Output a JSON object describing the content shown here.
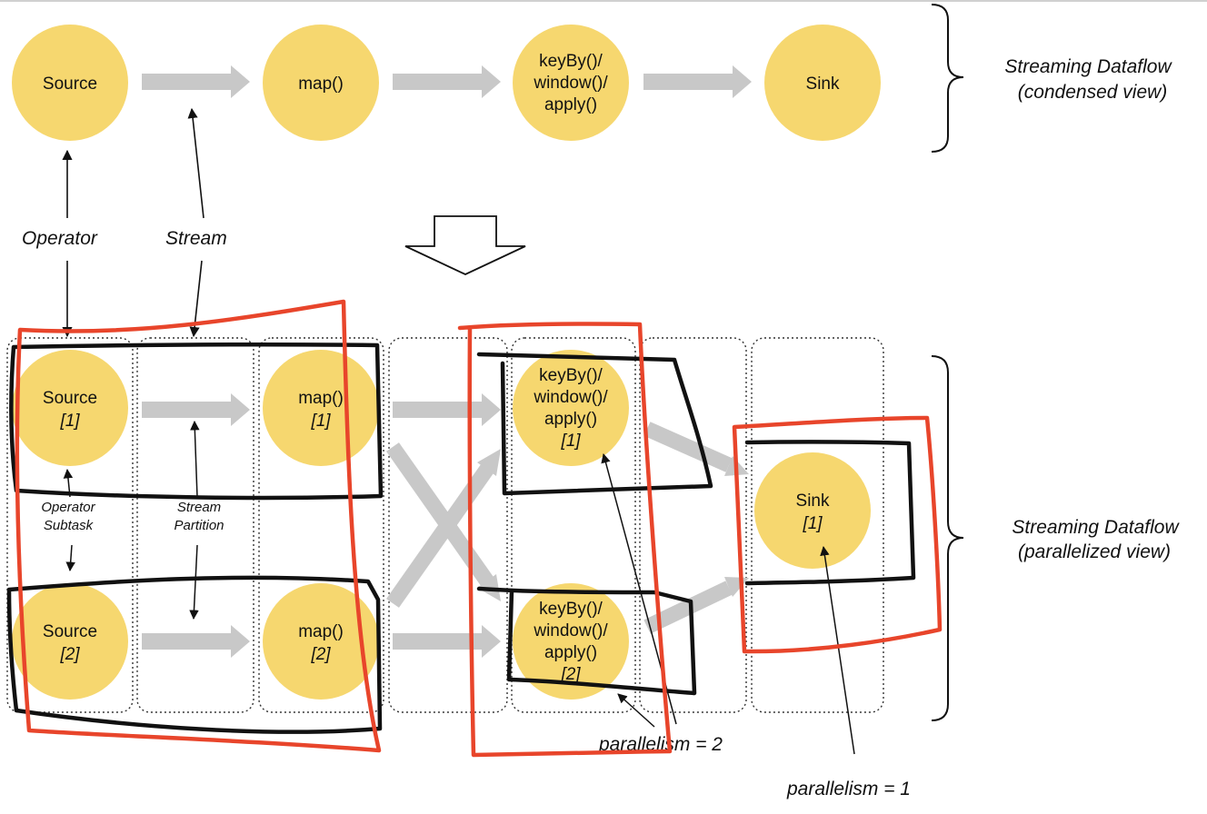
{
  "colors": {
    "node_fill": "#f6d76f",
    "stream_arrow": "#c8c8c8",
    "annotation_red": "#e8452b",
    "annotation_black": "#111111",
    "lane_border": "#333333"
  },
  "condensed": {
    "title_line1": "Streaming Dataflow",
    "title_line2": "(condensed view)",
    "nodes": {
      "source": "Source",
      "map": "map()",
      "keyby_l1": "keyBy()/",
      "keyby_l2": "window()/",
      "keyby_l3": "apply()",
      "sink": "Sink"
    },
    "labels": {
      "operator": "Operator",
      "stream": "Stream"
    }
  },
  "parallel": {
    "title_line1": "Streaming Dataflow",
    "title_line2": "(parallelized view)",
    "nodes": {
      "source1_name": "Source",
      "source1_idx": "[1]",
      "source2_name": "Source",
      "source2_idx": "[2]",
      "map1_name": "map()",
      "map1_idx": "[1]",
      "map2_name": "map()",
      "map2_idx": "[2]",
      "keyby1_l1": "keyBy()/",
      "keyby1_l2": "window()/",
      "keyby1_l3": "apply()",
      "keyby1_idx": "[1]",
      "keyby2_l1": "keyBy()/",
      "keyby2_l2": "window()/",
      "keyby2_l3": "apply()",
      "keyby2_idx": "[2]",
      "sink_name": "Sink",
      "sink_idx": "[1]"
    },
    "labels": {
      "operator_subtask_l1": "Operator",
      "operator_subtask_l2": "Subtask",
      "stream_partition_l1": "Stream",
      "stream_partition_l2": "Partition",
      "parallelism_2": "parallelism = 2",
      "parallelism_1": "parallelism = 1"
    }
  }
}
